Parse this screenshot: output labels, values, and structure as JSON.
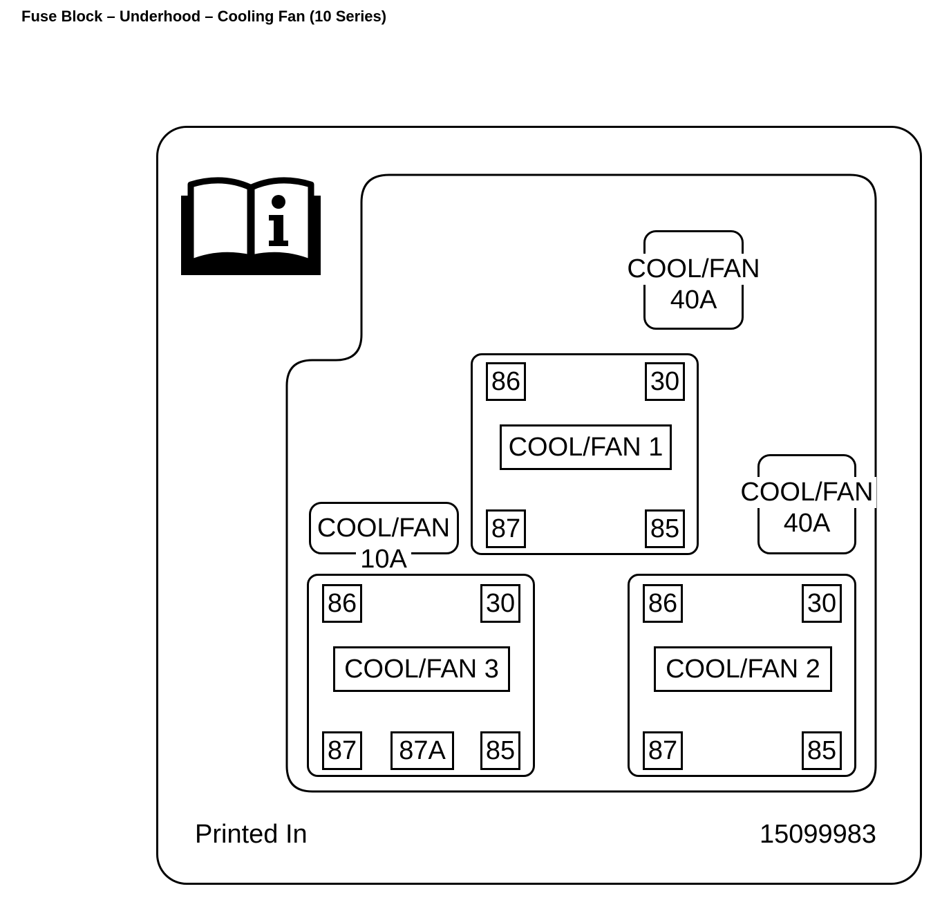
{
  "caption": "Fuse Block – Underhood – Cooling Fan (10 Series)",
  "icon": "manual-info-book-icon",
  "fuses": {
    "top": {
      "name": "COOL/FAN",
      "rating": "40A"
    },
    "right": {
      "name": "COOL/FAN",
      "rating": "40A"
    },
    "left": {
      "name": "COOL/FAN",
      "rating": "10A"
    }
  },
  "relays": {
    "fan1": {
      "label": "COOL/FAN 1",
      "pins": [
        "86",
        "30",
        "87",
        "85"
      ]
    },
    "fan2": {
      "label": "COOL/FAN 2",
      "pins": [
        "86",
        "30",
        "87",
        "85"
      ]
    },
    "fan3": {
      "label": "COOL/FAN 3",
      "pins": [
        "86",
        "30",
        "87",
        "87A",
        "85"
      ]
    }
  },
  "footer": {
    "left": "Printed In",
    "right": "15099983"
  }
}
